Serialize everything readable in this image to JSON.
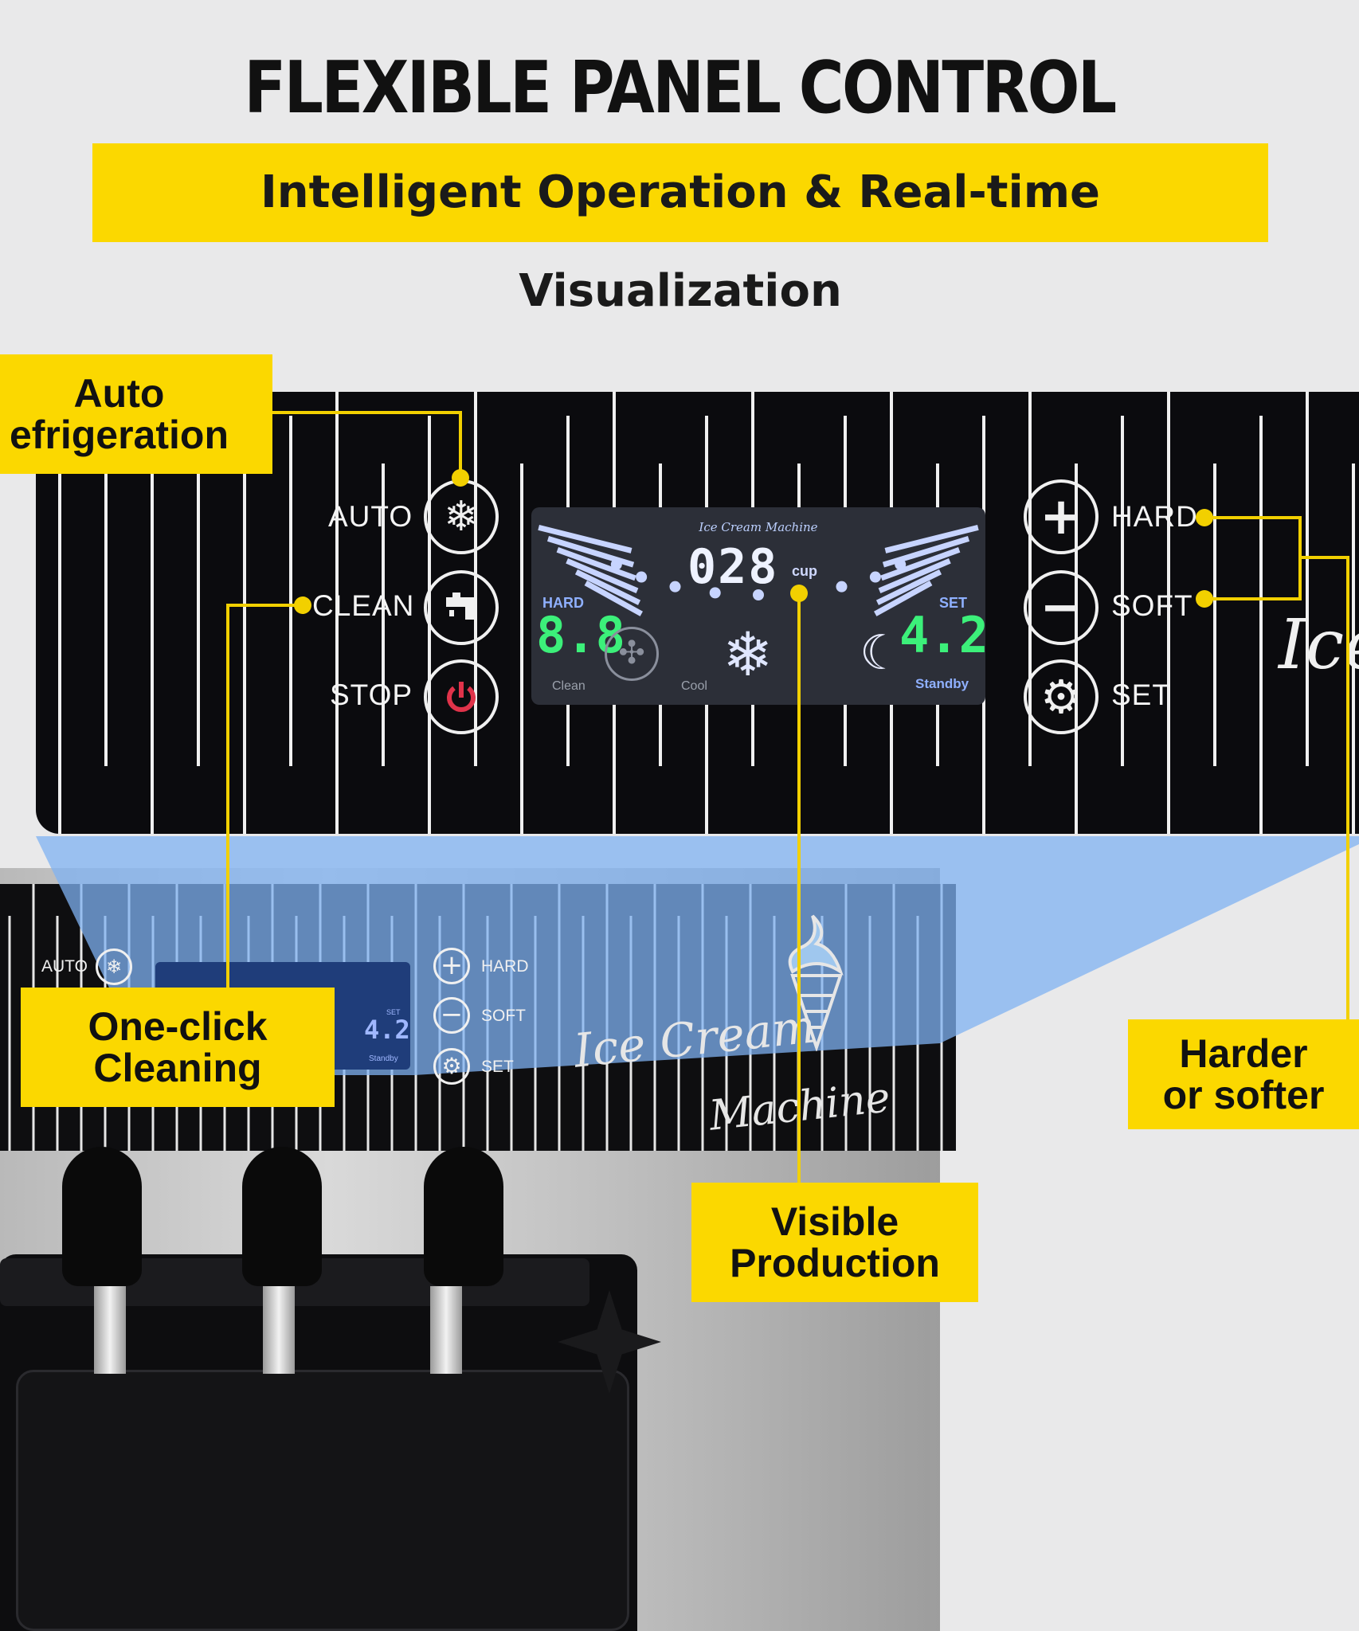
{
  "header": {
    "title": "FLEXIBLE PANEL CONTROL",
    "subtitle": "Intelligent Operation & Real-time Visualization"
  },
  "callouts": {
    "auto_refrigeration": "Auto\nefrigeration",
    "one_click_cleaning": "One-click\nCleaning",
    "visible_production": "Visible\nProduction",
    "harder_softer": "Harder\nor softer"
  },
  "panel": {
    "left_buttons": {
      "auto": "AUTO",
      "clean": "CLEAN",
      "stop": "STOP"
    },
    "right_buttons": {
      "hard": "HARD",
      "soft": "SOFT",
      "set": "SET"
    },
    "display": {
      "brand": "Ice Cream Machine",
      "cup_count": "028",
      "cup_unit": "cup",
      "hard_label": "HARD",
      "hard_value": "8.8",
      "set_label": "SET",
      "set_value": "4.2",
      "clean_label": "Clean",
      "cool_label": "Cool",
      "standby_label": "Standby"
    },
    "side_logo": "Ice"
  },
  "machine": {
    "small_buttons": {
      "auto": "AUTO",
      "hard": "HARD",
      "soft": "SOFT",
      "set": "SET"
    },
    "small_display_value": "4.2",
    "small_display_set": "SET",
    "small_display_standby": "Standby",
    "logo_line1": "Ice Cream",
    "logo_line2": "Machine"
  },
  "colors": {
    "accent_yellow": "#fbd800",
    "panel_black": "#0b0b0e",
    "display_green": "#3cf07a",
    "display_blue": "#9fb7ff",
    "highlight_blue": "#7fb1f1"
  }
}
